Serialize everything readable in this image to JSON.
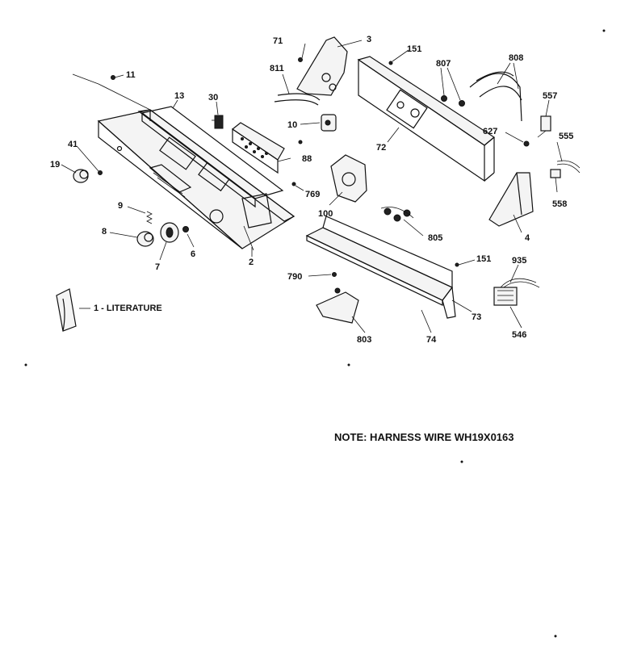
{
  "labels": {
    "p1": "1 - LITERATURE",
    "p2": "2",
    "p3": "3",
    "p4": "4",
    "p6": "6",
    "p7": "7",
    "p8": "8",
    "p9": "9",
    "p10": "10",
    "p11": "11",
    "p13": "13",
    "p19": "19",
    "p30": "30",
    "p41": "41",
    "p71": "71",
    "p72": "72",
    "p73": "73",
    "p74": "74",
    "p88": "88",
    "p100": "100",
    "p151a": "151",
    "p151b": "151",
    "p546": "546",
    "p555": "555",
    "p557": "557",
    "p558": "558",
    "p627": "627",
    "p769": "769",
    "p790": "790",
    "p803": "803",
    "p805": "805",
    "p807": "807",
    "p808": "808",
    "p811": "811",
    "p935": "935"
  },
  "note": "NOTE: HARNESS WIRE WH19X0163"
}
